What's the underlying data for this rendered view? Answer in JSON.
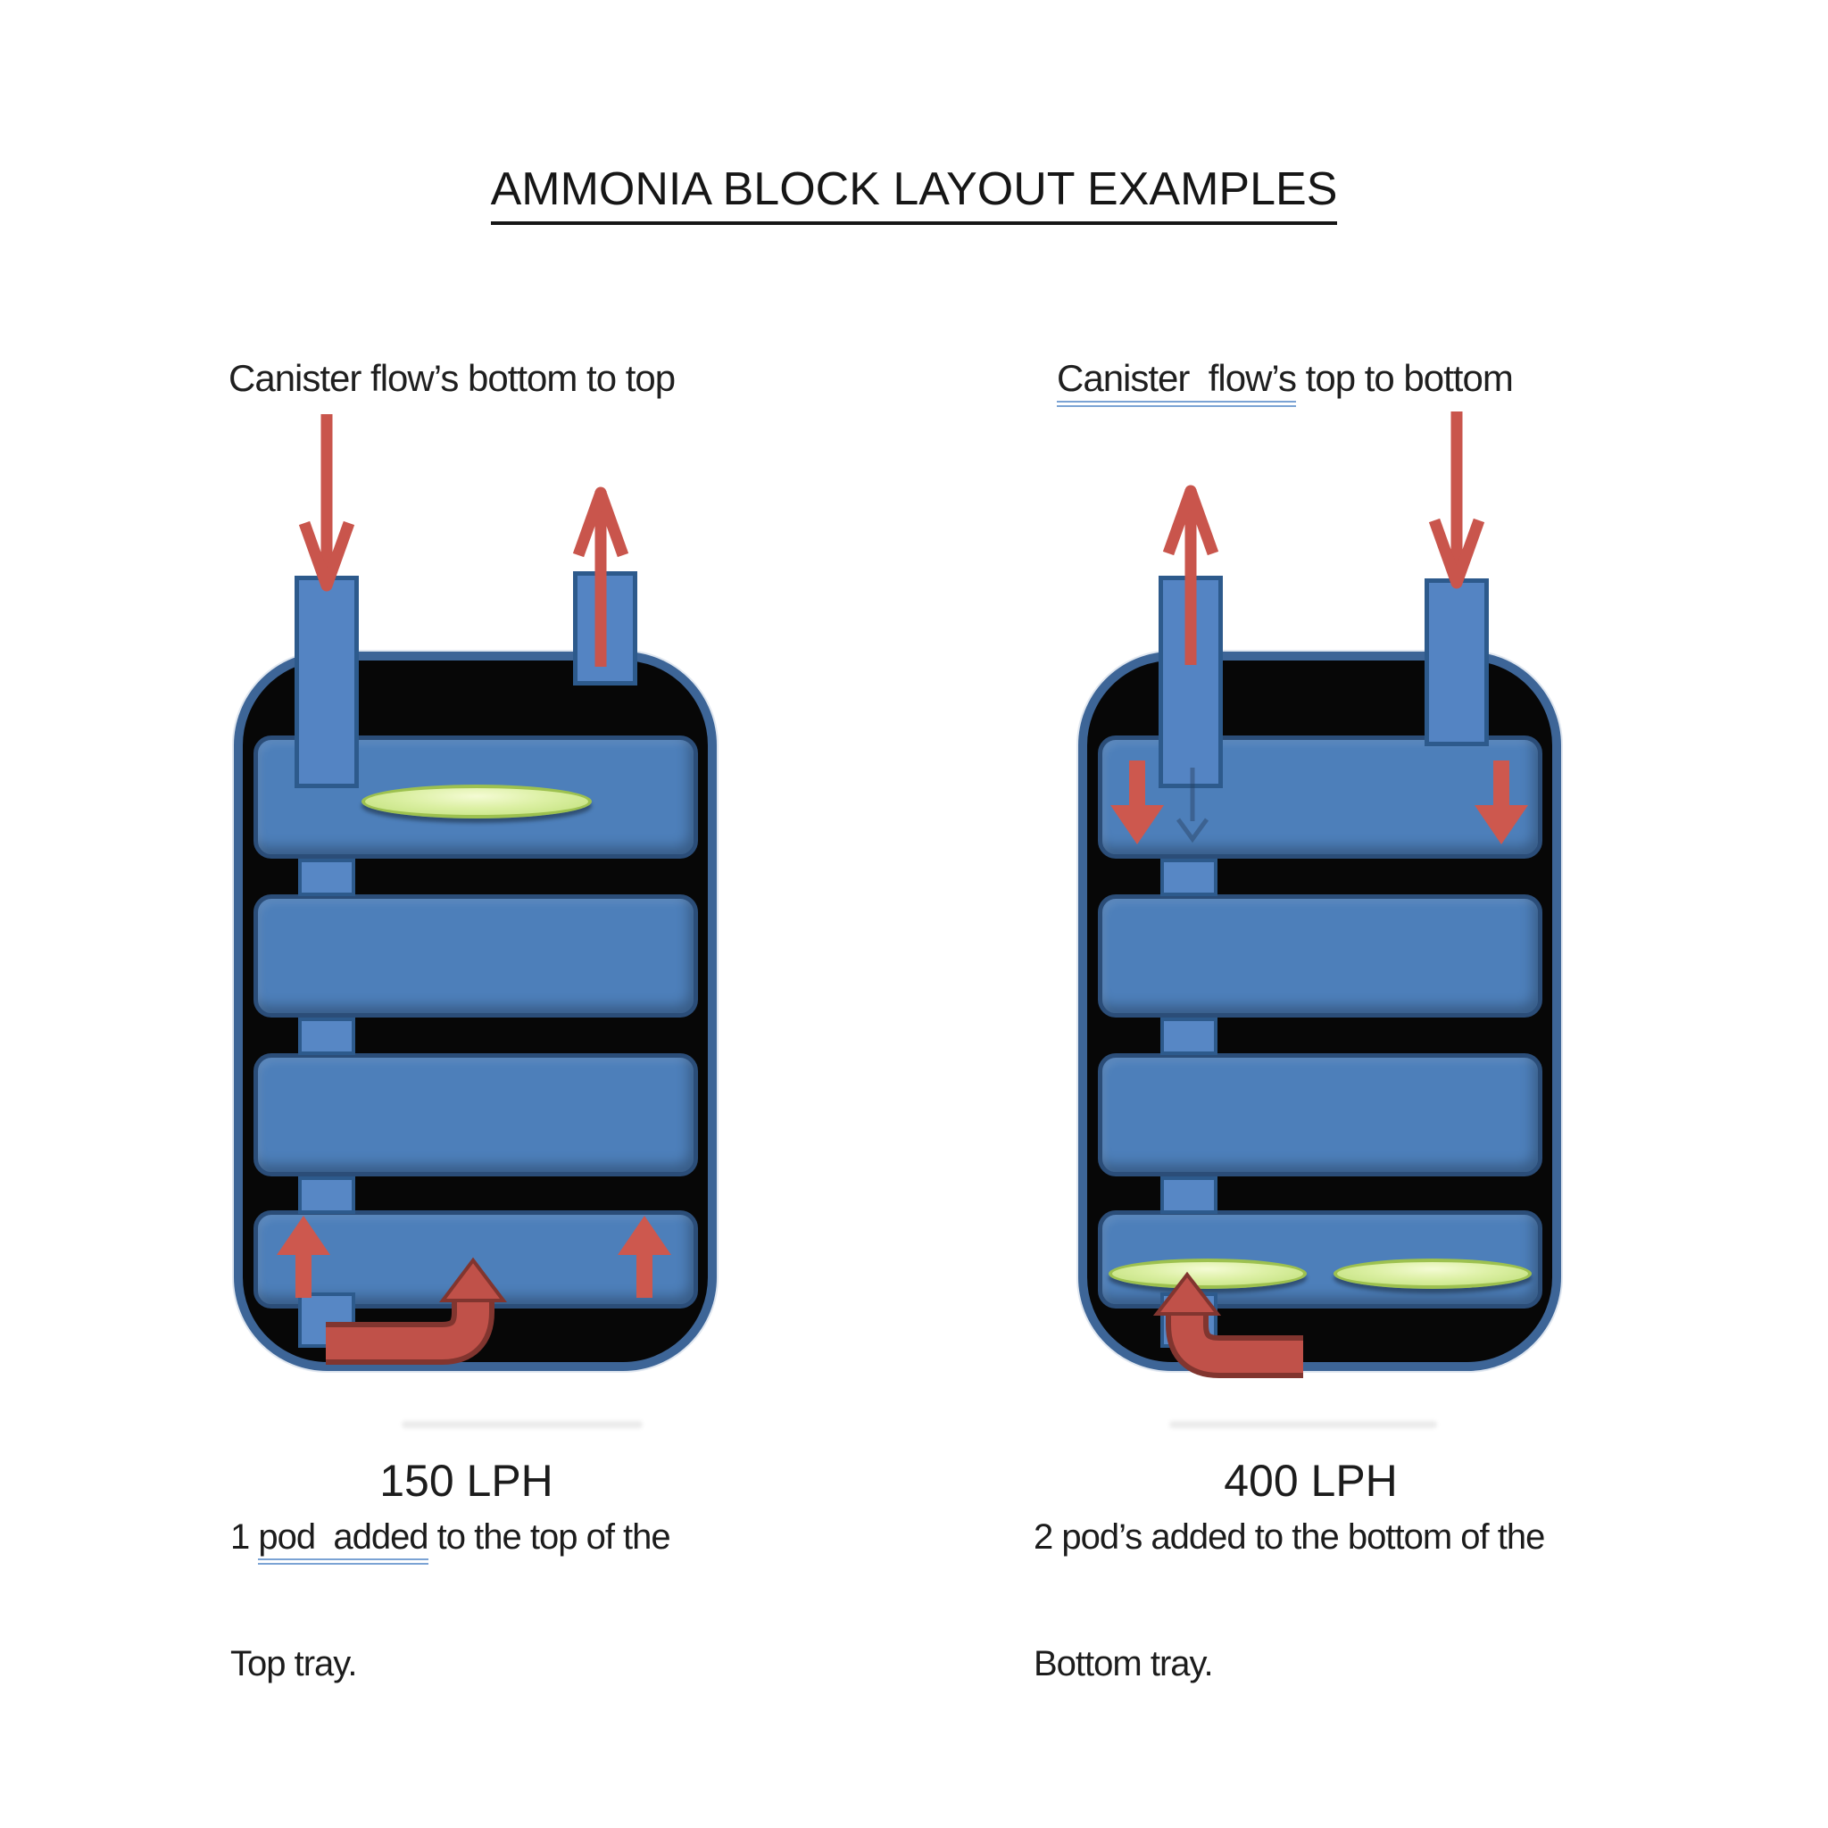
{
  "title": "AMMONIA BLOCK LAYOUT EXAMPLES",
  "left_diagram": {
    "label": "Canister flow’s bottom to top",
    "flow_rate": "150 LPH",
    "caption": {
      "prefix": "1 ",
      "underlined": "pod  added",
      "suffix": " to the top of the",
      "line2": "Top tray."
    },
    "pods_count": "1",
    "flow_direction": "bottom to top"
  },
  "right_diagram": {
    "label": {
      "underlined": "Canister  flow’s",
      "rest": " top to bottom"
    },
    "flow_rate": "400 LPH",
    "caption": {
      "line1": "2 pod’s added to the bottom of the",
      "line2": "Bottom tray."
    },
    "pods_count": "2",
    "flow_direction": "top to bottom"
  },
  "colors": {
    "tray_blue": "#4d7fba",
    "tray_border": "#2b4d78",
    "pipe_blue": "#5484c3",
    "canister_border_blue": "#3d6597",
    "canister_body_black": "#070707",
    "arrow_red": "#c9554c",
    "elbow_red": "#c05149",
    "elbow_outline_dark_red": "#81352f",
    "pod_green": "#dcf0a4",
    "pod_border_green": "#9dc14f",
    "grammar_underline_blue": "#7ba3d4",
    "text_black": "#1c1c1c"
  }
}
